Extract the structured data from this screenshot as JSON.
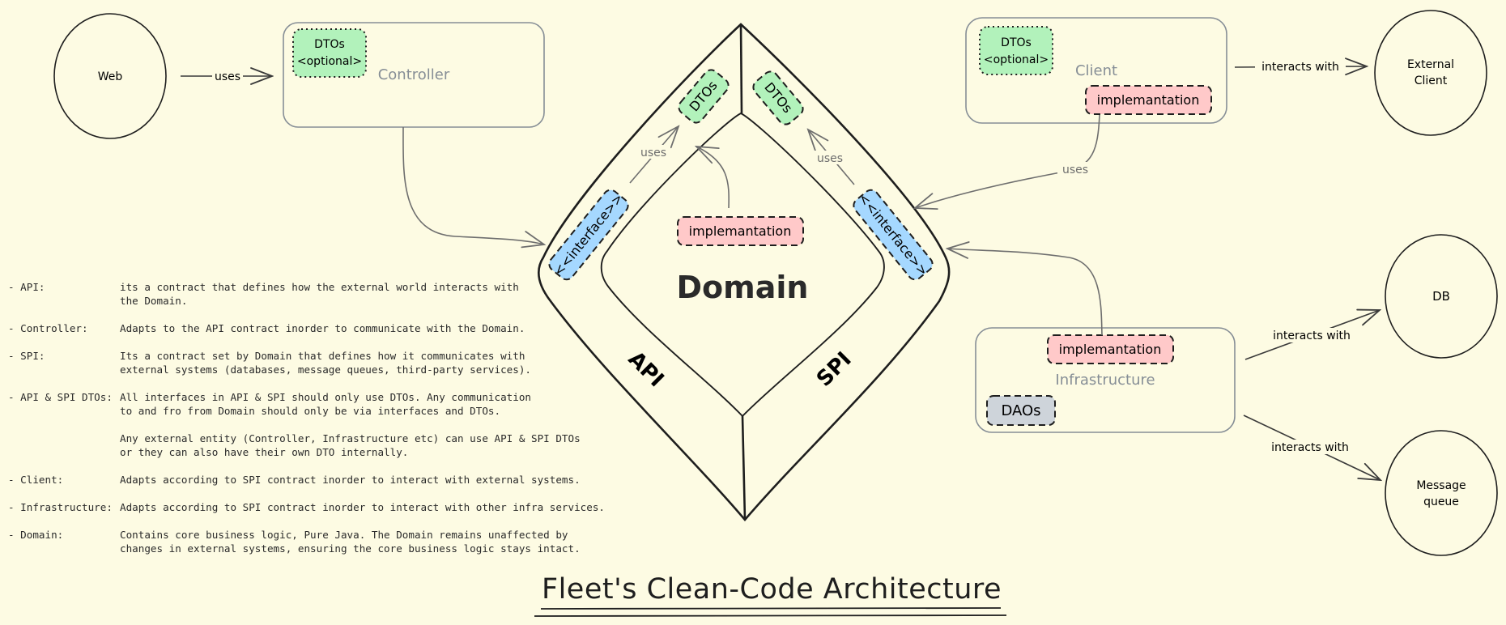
{
  "title": "Fleet's Clean-Code Architecture",
  "nodes": {
    "web": "Web",
    "controller": "Controller",
    "controller_dtos": [
      "DTOs",
      "<optional>"
    ],
    "client": "Client",
    "client_dtos": [
      "DTOs",
      "<optional>"
    ],
    "client_impl": "implemantation",
    "external_client": [
      "External",
      "Client"
    ],
    "domain": "Domain",
    "domain_impl": "implemantation",
    "api": "API",
    "spi": "SPI",
    "api_interface": "<<interface>>",
    "spi_interface": "<<interface>>",
    "api_dtos": "DTOs",
    "spi_dtos": "DTOs",
    "infrastructure": "Infrastructure",
    "infra_impl": "implemantation",
    "daos": "DAOs",
    "db": "DB",
    "message_queue": [
      "Message",
      "queue"
    ]
  },
  "edges": {
    "web_uses": "uses",
    "api_uses": "uses",
    "spi_uses": "uses",
    "client_uses": "uses",
    "client_interacts": "interacts with",
    "db_interacts": "interacts with",
    "mq_interacts": "interacts with"
  },
  "legend": [
    {
      "term": "- API:",
      "desc": "its a contract that defines how the external world interacts with\nthe Domain."
    },
    {
      "term": "- Controller:",
      "desc": "Adapts to the API contract inorder to communicate with the Domain."
    },
    {
      "term": "- SPI:",
      "desc": "Its a contract set by Domain that defines how it communicates with\nexternal systems (databases, message queues, third-party services)."
    },
    {
      "term": "- API & SPI DTOs:",
      "desc": "All interfaces in API & SPI should only use DTOs. Any communication\nto and fro from Domain should only be via interfaces and DTOs."
    },
    {
      "term": "",
      "desc": "Any external entity (Controller, Infrastructure etc) can use API & SPI DTOs\nor they can also have their own DTO internally."
    },
    {
      "term": "- Client:",
      "desc": "Adapts according to SPI contract inorder to interact with external systems."
    },
    {
      "term": "- Infrastructure:",
      "desc": "Adapts according to SPI contract inorder to interact with other infra services."
    },
    {
      "term": "- Domain:",
      "desc": "Contains core business logic, Pure Java. The Domain remains unaffected by\nchanges in external systems, ensuring the core business logic stays intact."
    }
  ],
  "colors": {
    "background": "#fdfbe3",
    "dto_green": "#b2f2bb",
    "impl_pink": "#ffc9c9",
    "interface_blue": "#a5d8ff",
    "dao_gray": "#ced4da",
    "muted_text": "#868e96"
  }
}
